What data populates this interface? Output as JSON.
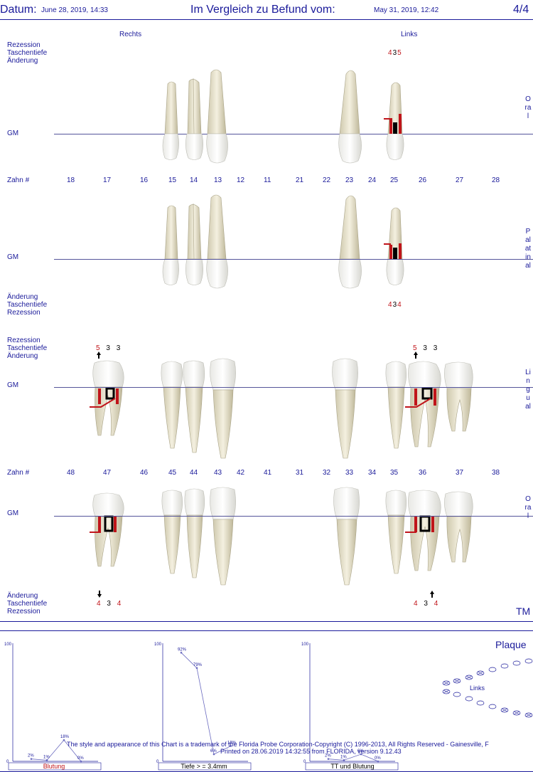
{
  "header": {
    "datum_label": "Datum:",
    "datum_value": "June 28, 2019, 14:33",
    "vergleich_label": "Im Vergleich zu Befund vom:",
    "vergleich_value": "May 31, 2019, 12:42",
    "page": "4/4"
  },
  "sides": {
    "right": "Rechts",
    "left": "Links"
  },
  "labels": {
    "rezession": "Rezession",
    "taschentiefe": "Taschentiefe",
    "aenderung": "Änderung",
    "gm": "GM",
    "zahn": "Zahn #"
  },
  "vertical": {
    "oral": "Oral",
    "palatinal": "Palatinal",
    "lingual": "Lingual"
  },
  "upper_numbers": [
    "18",
    "17",
    "16",
    "15",
    "14",
    "13",
    "12",
    "11",
    "21",
    "22",
    "23",
    "24",
    "25",
    "26",
    "27",
    "28"
  ],
  "lower_numbers": [
    "48",
    "47",
    "46",
    "45",
    "44",
    "43",
    "42",
    "41",
    "31",
    "32",
    "33",
    "34",
    "35",
    "36",
    "37",
    "38"
  ],
  "measurements": {
    "u25_oral": {
      "a": "4",
      "b": "3",
      "c": "5"
    },
    "u25_pal": {
      "a": "4",
      "b": "3",
      "c": "4"
    },
    "l47_ling": {
      "a": "5",
      "b": "3",
      "c": "3"
    },
    "l36_ling": {
      "a": "5",
      "b": "3",
      "c": "3"
    },
    "l47_oral": {
      "a": "4",
      "b": "3",
      "c": "4"
    },
    "l36_oral": {
      "a": "4",
      "b": "3",
      "c": "4"
    }
  },
  "tm_label": "TM",
  "plaque_label": "Plaque",
  "plaque_links": "Links",
  "charts": [
    {
      "title": "Blutung",
      "ymax": "100",
      "ymin": "0",
      "values": [
        2,
        1,
        18,
        0
      ],
      "labels": [
        "2%",
        "1%",
        "18%",
        "0%"
      ]
    },
    {
      "title": "Tiefe > =  3.4mm",
      "ymax": "100",
      "ymin": "0",
      "values": [
        92,
        79,
        6,
        13
      ],
      "labels": [
        "92%",
        "79%",
        "6%",
        "13%"
      ]
    },
    {
      "title": "TT und Blutung",
      "ymax": "100",
      "ymin": "0",
      "values": [
        2,
        1,
        6,
        0
      ],
      "labels": [
        "2%",
        "1%",
        "6%",
        "0%"
      ]
    }
  ],
  "footer": {
    "line1": "The style and appearance of this Chart is a trademark of the Florida Probe Corporation-Copyright (C) 1996-2013, All Rights Reserved - Gainesville, F",
    "line2": "Printed on 28.06.2019 14:32:55 from FLORIDA, version 9.12.43"
  },
  "colors": {
    "ink": "#1a1a9a",
    "red": "#c0141a",
    "tooth": "#ece7d2"
  }
}
